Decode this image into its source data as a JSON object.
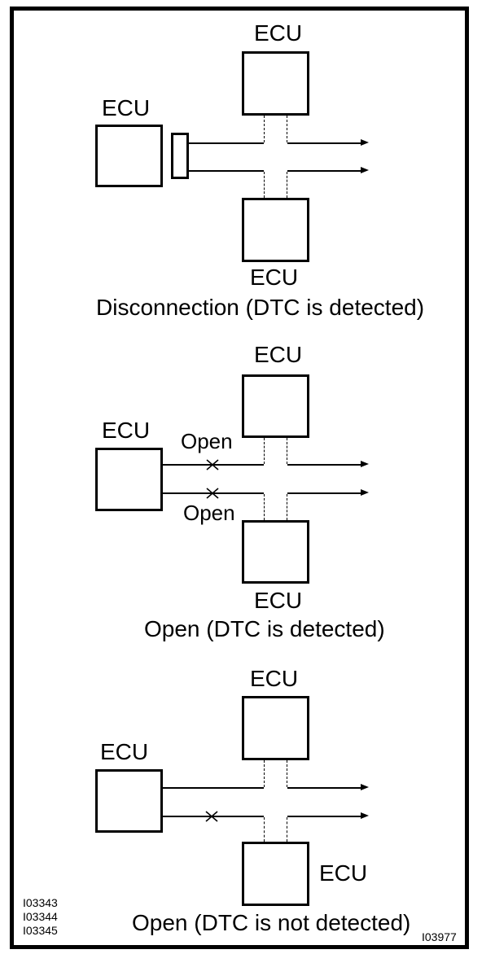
{
  "figure": {
    "background_color": "#ffffff",
    "line_color": "#000000",
    "codes_left": [
      "I03343",
      "I03344",
      "I03345"
    ],
    "code_right": "I03977"
  },
  "diagrams": [
    {
      "caption": "Disconnection (DTC is detected)",
      "top_ecu_label": "ECU",
      "left_ecu_label": "ECU",
      "bottom_ecu_label": "ECU"
    },
    {
      "caption": "Open (DTC is detected)",
      "top_ecu_label": "ECU",
      "left_ecu_label": "ECU",
      "bottom_ecu_label": "ECU",
      "open_label_top": "Open",
      "open_label_bottom": "Open"
    },
    {
      "caption": "Open (DTC is not detected)",
      "top_ecu_label": "ECU",
      "left_ecu_label": "ECU",
      "bottom_ecu_label": "ECU"
    }
  ]
}
